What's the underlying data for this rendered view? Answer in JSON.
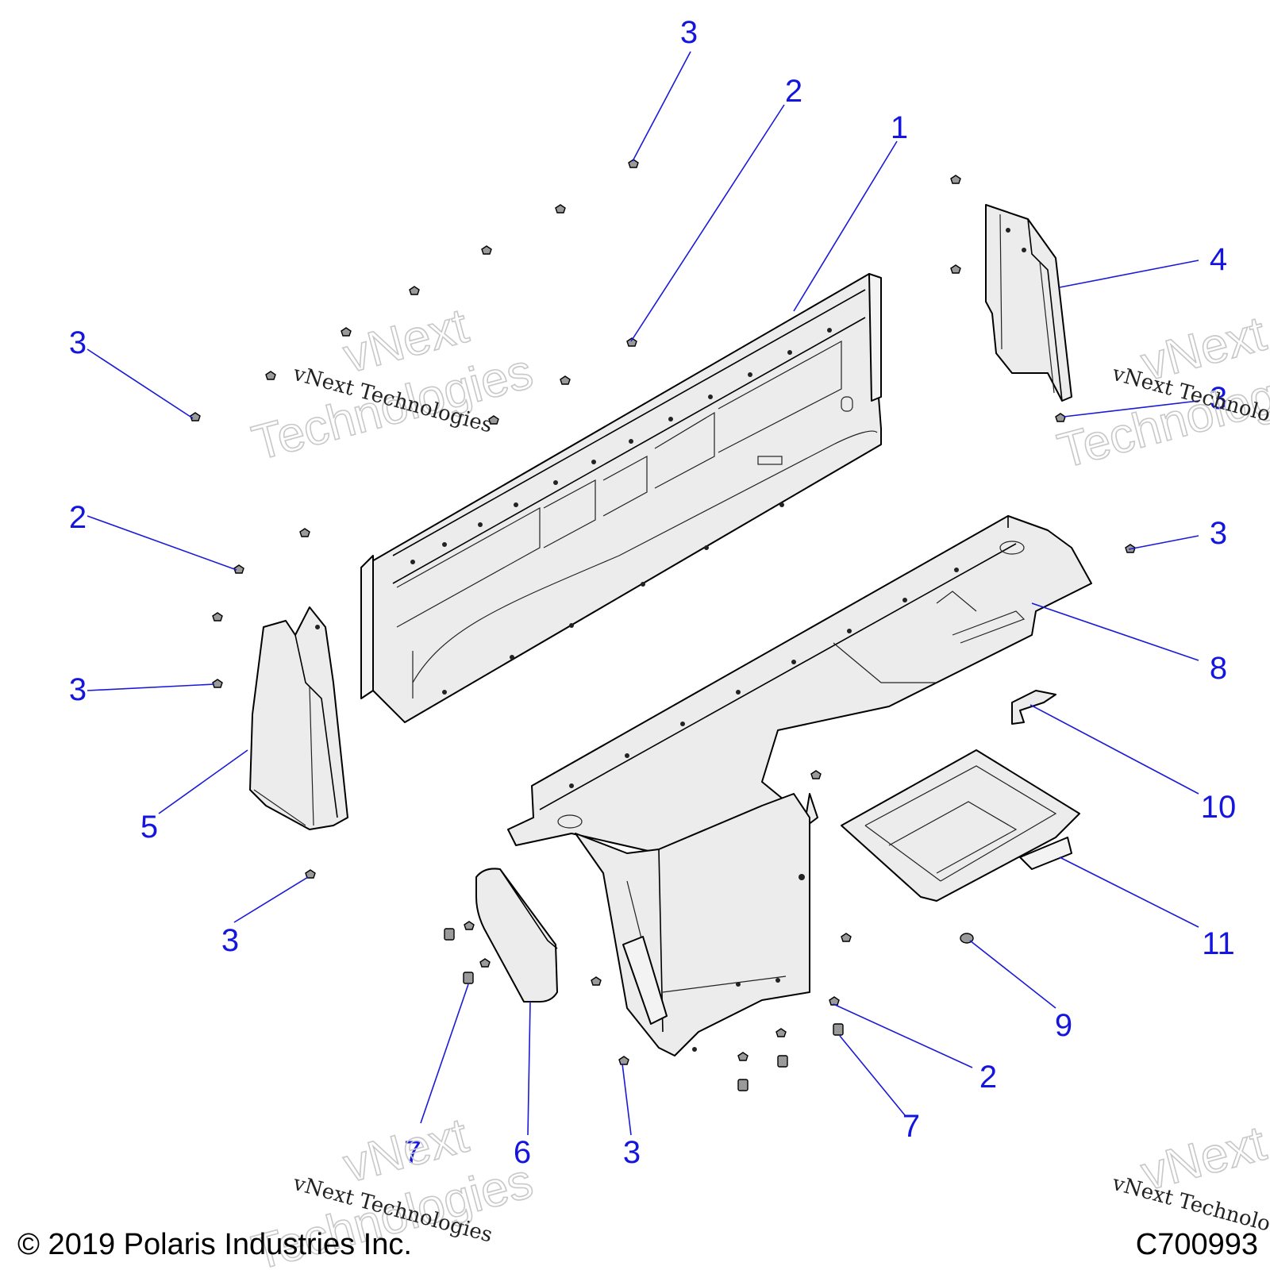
{
  "callouts": [
    "3",
    "2",
    "1",
    "4",
    "3",
    "3",
    "2",
    "3",
    "3",
    "8",
    "5",
    "10",
    "11",
    "3",
    "9",
    "2",
    "7",
    "7",
    "6",
    "3"
  ],
  "watermark": {
    "big_line1": "vNext",
    "big_line2": "Technologies",
    "small": "vNext Technologies",
    "small_cut": "vNext Technolo"
  },
  "footer": {
    "copyright": "© 2019 Polaris Industries Inc.",
    "code": "C700993"
  },
  "colors": {
    "callout": "#1515e0",
    "leader": "#1a1ad8",
    "part_fill": "#ececec"
  }
}
